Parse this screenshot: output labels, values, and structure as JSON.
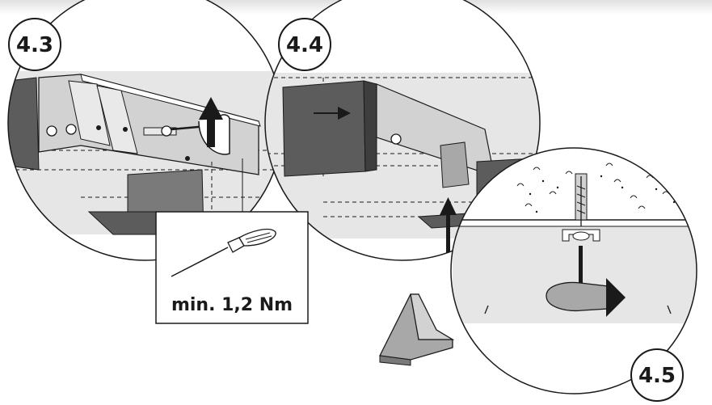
{
  "steps": [
    {
      "id": "4.3",
      "label": "4.3"
    },
    {
      "id": "4.4",
      "label": "4.4"
    },
    {
      "id": "4.5",
      "label": "4.5"
    }
  ],
  "callout": {
    "torque": "min. 1,2 Nm"
  },
  "colors": {
    "panel_fill": "#e6e6e6",
    "dark_fill": "#5c5c5c",
    "mid_fill": "#a8a8a8",
    "light_fill": "#d2d2d2",
    "outline": "#1a1a1a",
    "badge_fill": "#ffffff"
  },
  "icons": [
    "screwdriver-icon",
    "rotate-arrow-icon",
    "push-arrow-icon",
    "slide-arrow-icon",
    "screw-icon",
    "concrete-ceiling-icon"
  ]
}
